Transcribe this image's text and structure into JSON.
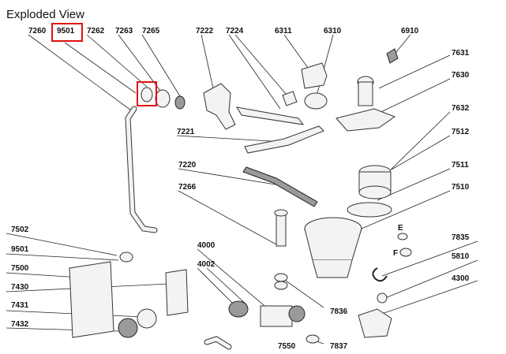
{
  "title": "Exploded View",
  "highlight_color": "#e01010",
  "highlighted_parts": [
    "9501",
    "7262"
  ],
  "part_labels": {
    "p7260": "7260",
    "p9501": "9501",
    "p7262": "7262",
    "p7263": "7263",
    "p7265": "7265",
    "p7222": "7222",
    "p7224": "7224",
    "p6311": "6311",
    "p6310": "6310",
    "p6910": "6910",
    "p7631": "7631",
    "p7630": "7630",
    "p7632": "7632",
    "p7221": "7221",
    "p7512": "7512",
    "p7220": "7220",
    "p7511": "7511",
    "p7266": "7266",
    "p7510": "7510",
    "p7502": "7502",
    "p9501b": "9501",
    "p7500": "7500",
    "p7430": "7430",
    "p7431": "7431",
    "p7432": "7432",
    "p4000": "4000",
    "p4002": "4002",
    "p7836": "7836",
    "p7550": "7550",
    "p7837": "7837",
    "p7835": "7835",
    "p5810": "5810",
    "p4300": "4300",
    "markE": "E",
    "markF": "F"
  }
}
